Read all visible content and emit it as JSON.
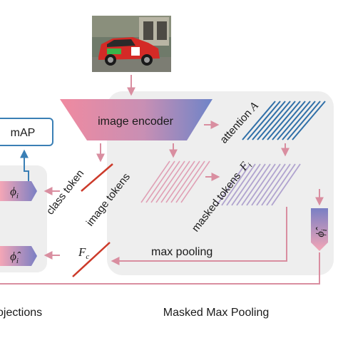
{
  "encoder": {
    "label": "image encoder"
  },
  "attention": {
    "label": "attention",
    "symbol": "A"
  },
  "class_token": {
    "label": "class token"
  },
  "image_tokens": {
    "label": "image tokens"
  },
  "masked_tokens": {
    "label": "masked tokens",
    "symbol": "F",
    "subscript": "i"
  },
  "metric": {
    "label": "mAP"
  },
  "phi": {
    "symbol": "ϕ",
    "subscript": "i"
  },
  "phi_hat": {
    "symbol": "ϕ̂",
    "subscript": "i"
  },
  "phi_hat_right": {
    "symbol": "ϕ̂",
    "subscript": "i"
  },
  "pooled": {
    "symbol": "F",
    "subscript": "c"
  },
  "max_pooling": {
    "label": "max pooling"
  },
  "sections": {
    "left": "ojections",
    "right": "Masked Max Pooling"
  },
  "colors": {
    "arrow": "#d98ea0",
    "attention_lines": "#2f6fa8",
    "image_token_lines": "#e0a0b5",
    "masked_token_lines": "#b0a3cf",
    "class_token_line": "#cc3a2a",
    "encoder_left": "#f08aa0",
    "encoder_right": "#6e84c8",
    "panel_bg": "#eeeeee",
    "map_border": "#3a7fb5"
  }
}
